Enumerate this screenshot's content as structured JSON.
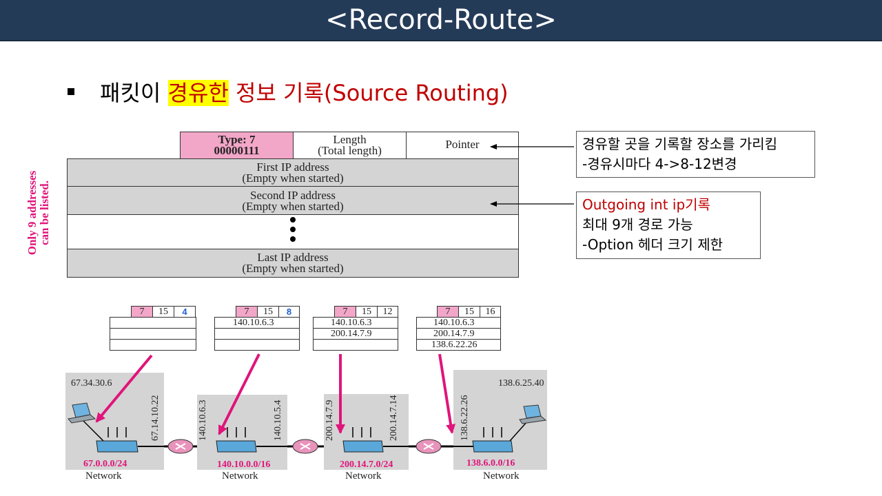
{
  "title": "<Record-Route>",
  "bullet": {
    "prefix": "패킷이 ",
    "highlight": "경유한",
    "rest": " 정보 기록(Source Routing)"
  },
  "format": {
    "type_line1": "Type: 7",
    "type_line2": "00000111",
    "length_line1": "Length",
    "length_line2": "(Total length)",
    "pointer": "Pointer",
    "first_line1": "First IP address",
    "first_line2": "(Empty when started)",
    "second_line1": "Second IP address",
    "second_line2": "(Empty when started)",
    "last_line1": "Last IP address",
    "last_line2": "(Empty when started)",
    "side_line1": "Only 9 addresses",
    "side_line2": "can be listed."
  },
  "callout_pointer": {
    "line1": "경유할 곳을 기록할 장소를 가리킴",
    "line2": "-경유시마다 4->8-12변경"
  },
  "callout_outgoing": {
    "line1": "Outgoing int ip기록",
    "line2": "최대 9개 경로 가능",
    "line3": "-Option 헤더 크기 제한"
  },
  "snapshots": [
    {
      "type": "7",
      "length": "15",
      "pointer": "4",
      "rows": [
        "",
        "",
        ""
      ]
    },
    {
      "type": "7",
      "length": "15",
      "pointer": "8",
      "rows": [
        "140.10.6.3",
        "",
        ""
      ]
    },
    {
      "type": "7",
      "length": "15",
      "pointer": "12",
      "rows": [
        "140.10.6.3",
        "200.14.7.9",
        ""
      ]
    },
    {
      "type": "7",
      "length": "15",
      "pointer": "16",
      "rows": [
        "140.10.6.3",
        "200.14.7.9",
        "138.6.22.26"
      ]
    }
  ],
  "networks": [
    {
      "address": "67.0.0.0/24",
      "label": "Network"
    },
    {
      "address": "140.10.0.0/16",
      "label": "Network"
    },
    {
      "address": "200.14.7.0/24",
      "label": "Network"
    },
    {
      "address": "138.6.0.0/16",
      "label": "Network"
    }
  ],
  "hosts": {
    "source": "67.34.30.6",
    "destination": "138.6.25.40"
  },
  "interfaces": {
    "r1_out": "67.14.10.22",
    "r2_in": "140.10.6.3",
    "r2_out": "140.10.5.4",
    "r3_in": "200.14.7.9",
    "r3_out": "200.14.7.14",
    "r4_in": "138.6.22.26"
  },
  "colors": {
    "title_bg": "#243b58",
    "pink": "#f2a6c8",
    "magenta": "#e0147a",
    "gray": "#d4d4d4",
    "red_text": "#c00000",
    "pointer_blue": "#1f5fd0"
  }
}
